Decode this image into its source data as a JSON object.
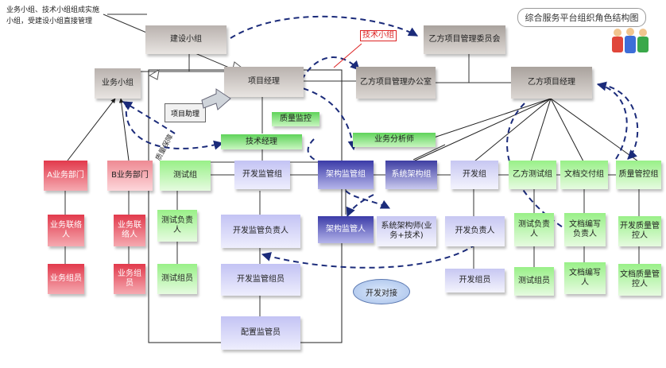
{
  "note": "业务小组、技术小组组成实施小组，受建设小组直接管理",
  "title": "综合服务平台组织角色结构图",
  "tech_group_label": "技术小组",
  "assistant_label": "项目助理",
  "qa_label": "质量保障",
  "dev_handoff_label": "开发对接",
  "nodes": {
    "build_group": "建设小组",
    "biz_group": "业务小组",
    "pm": "项目经理",
    "party_b_committee": "乙方项目管理委员会",
    "party_b_office": "乙方项目管理办公室",
    "party_b_pm": "乙方项目经理",
    "quality_monitor": "质量监控",
    "tech_manager": "技术经理",
    "biz_analyst": "业务分析师",
    "dept_a": "A业务部门",
    "dept_b": "B业务部门",
    "test_group": "测试组",
    "dev_monitor_group": "开发监管组",
    "arch_monitor_group": "架构监管组",
    "sys_arch_group": "系统架构组",
    "dev_group": "开发组",
    "party_b_test_group": "乙方测试组",
    "doc_group": "文档交付组",
    "qc_group": "质量管控组",
    "liaison_a": "业务联络人",
    "liaison_b": "业务联络人",
    "test_lead": "测试负责人",
    "dev_monitor_lead": "开发监管负责人",
    "arch_monitor_person": "架构监管人",
    "sys_architect": "系统架构师(业务+技术)",
    "dev_lead": "开发负责人",
    "party_b_test_lead": "测试负责人",
    "doc_writer_lead": "文档编写负责人",
    "qc_lead": "开发质量管控人",
    "member_a": "业务组员",
    "member_b": "业务组员",
    "test_member": "测试组员",
    "dev_monitor_member": "开发监管组员",
    "dev_member": "开发组员",
    "party_b_test_member": "测试组员",
    "doc_writer": "文档编写人",
    "doc_qc": "文档质量管控人",
    "config_monitor": "配置监管员"
  }
}
